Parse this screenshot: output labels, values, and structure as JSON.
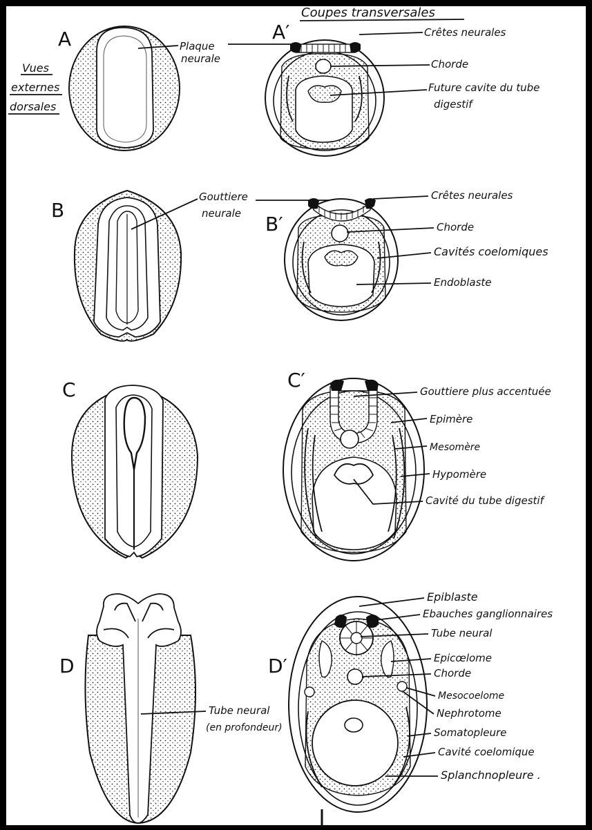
{
  "header": {
    "sections_title": "Coupes transversales"
  },
  "side_caption": [
    "Vues",
    "externes",
    "dorsales"
  ],
  "figures": {
    "A": "A",
    "A_prime": "A′",
    "B": "B",
    "B_prime": "B′",
    "C": "C",
    "C_prime": "C′",
    "D": "D",
    "D_prime": "D′"
  },
  "labels": {
    "plaque_neurale": [
      "Plaque",
      "neurale"
    ],
    "gouttiere_neurale": [
      "Gouttiere",
      "neurale"
    ],
    "tube_neural_prof": [
      "Tube neural",
      "(en profondeur)"
    ],
    "A_prime": {
      "cretes": "Crêtes neurales",
      "chorde": "Chorde",
      "future_cavite": [
        "Future cavite du tube",
        "digestif"
      ]
    },
    "B_prime": {
      "cretes": "Crêtes neurales",
      "chorde": "Chorde",
      "cavites": "Cavités coelomiques",
      "endoblaste": "Endoblaste"
    },
    "C_prime": {
      "gouttiere": "Gouttiere plus accentuée",
      "epimere": "Epimère",
      "mesomere": "Mesomère",
      "hypomere": "Hypomère",
      "cavite_tube": "Cavité du tube digestif"
    },
    "D_prime": {
      "epiblaste": "Epiblaste",
      "ebauches": "Ebauches ganglionnaires",
      "tube_neural": "Tube neural",
      "epicoelome": "Epicœlome",
      "chorde": "Chorde",
      "mesocoelome": "Mesocoelome",
      "nephrotome": "Nephrotome",
      "somatopleure": "Somatopleure",
      "cavite_coelomique": "Cavité coelomique",
      "splanchnopleure": "Splanchnopleure ."
    }
  }
}
